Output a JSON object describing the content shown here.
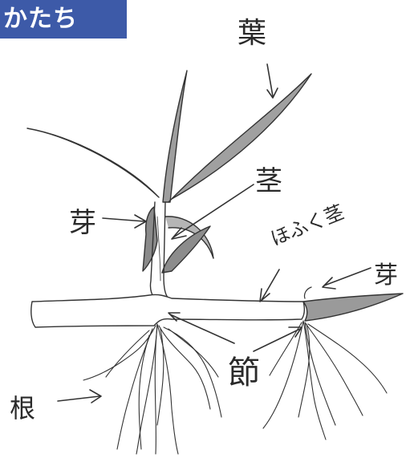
{
  "header": {
    "title": "かたち",
    "color": "#3d5aa8"
  },
  "labels": {
    "leaf": "葉",
    "stem": "茎",
    "bud_left": "芽",
    "bud_right": "芽",
    "runner": "ほふく茎",
    "node": "節",
    "root": "根"
  },
  "colors": {
    "pencil": "#333333",
    "shade": "#9a9a9a",
    "shade_dark": "#6f6f6f"
  }
}
